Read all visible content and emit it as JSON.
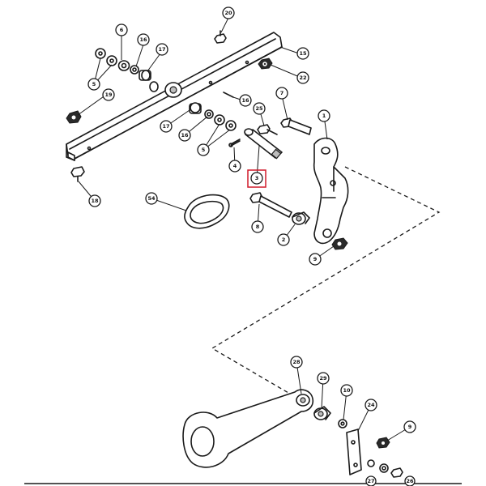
{
  "callouts": [
    {
      "id": "c20a",
      "label": "20"
    },
    {
      "id": "c6",
      "label": "6"
    },
    {
      "id": "c16a",
      "label": "16"
    },
    {
      "id": "c17a",
      "label": "17"
    },
    {
      "id": "c15",
      "label": "15"
    },
    {
      "id": "c22",
      "label": "22"
    },
    {
      "id": "c5a",
      "label": "5"
    },
    {
      "id": "c19",
      "label": "19"
    },
    {
      "id": "c7",
      "label": "7"
    },
    {
      "id": "c16b",
      "label": "16"
    },
    {
      "id": "c25",
      "label": "25"
    },
    {
      "id": "c1",
      "label": "1"
    },
    {
      "id": "c17b",
      "label": "17"
    },
    {
      "id": "c16c",
      "label": "16"
    },
    {
      "id": "c5b",
      "label": "5"
    },
    {
      "id": "c4",
      "label": "4"
    },
    {
      "id": "c3",
      "label": "3"
    },
    {
      "id": "c18",
      "label": "18"
    },
    {
      "id": "c54",
      "label": "54"
    },
    {
      "id": "c8",
      "label": "8"
    },
    {
      "id": "c2",
      "label": "2"
    },
    {
      "id": "c9a",
      "label": "9"
    },
    {
      "id": "c28",
      "label": "28"
    },
    {
      "id": "c29",
      "label": "29"
    },
    {
      "id": "c10",
      "label": "10"
    },
    {
      "id": "c24",
      "label": "24"
    },
    {
      "id": "c9b",
      "label": "9"
    },
    {
      "id": "c27",
      "label": "27"
    },
    {
      "id": "c26",
      "label": "26"
    }
  ],
  "highlighted_callout": "3"
}
